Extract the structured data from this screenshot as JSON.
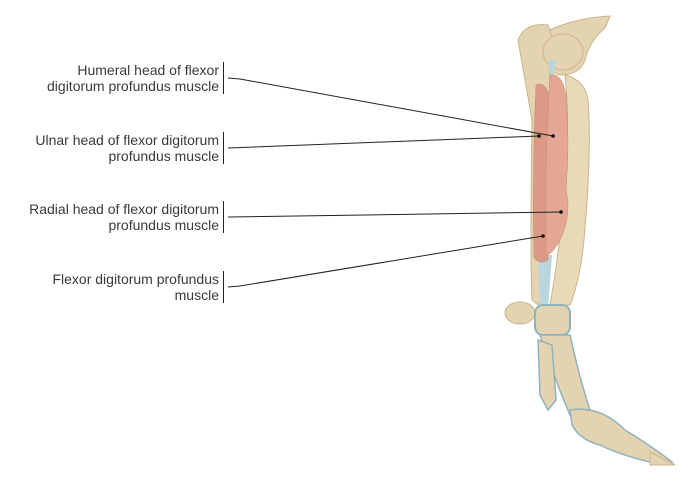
{
  "labels": [
    {
      "line1": "Humeral head of flexor",
      "line2": "digitorum profundus muscle"
    },
    {
      "line1": "Ulnar head of flexor digitorum",
      "line2": "profundus muscle"
    },
    {
      "line1": "Radial head of flexor digitorum",
      "line2": "profundus muscle"
    },
    {
      "line1": "Flexor digitorum profundus",
      "line2": "muscle"
    }
  ],
  "colors": {
    "bone": "#e3d3b0",
    "bone_shade": "#c9b58c",
    "muscle": "#e2a28e",
    "tendon": "#b9d6de",
    "ligament": "#8fb3bd",
    "leader": "#222222"
  }
}
